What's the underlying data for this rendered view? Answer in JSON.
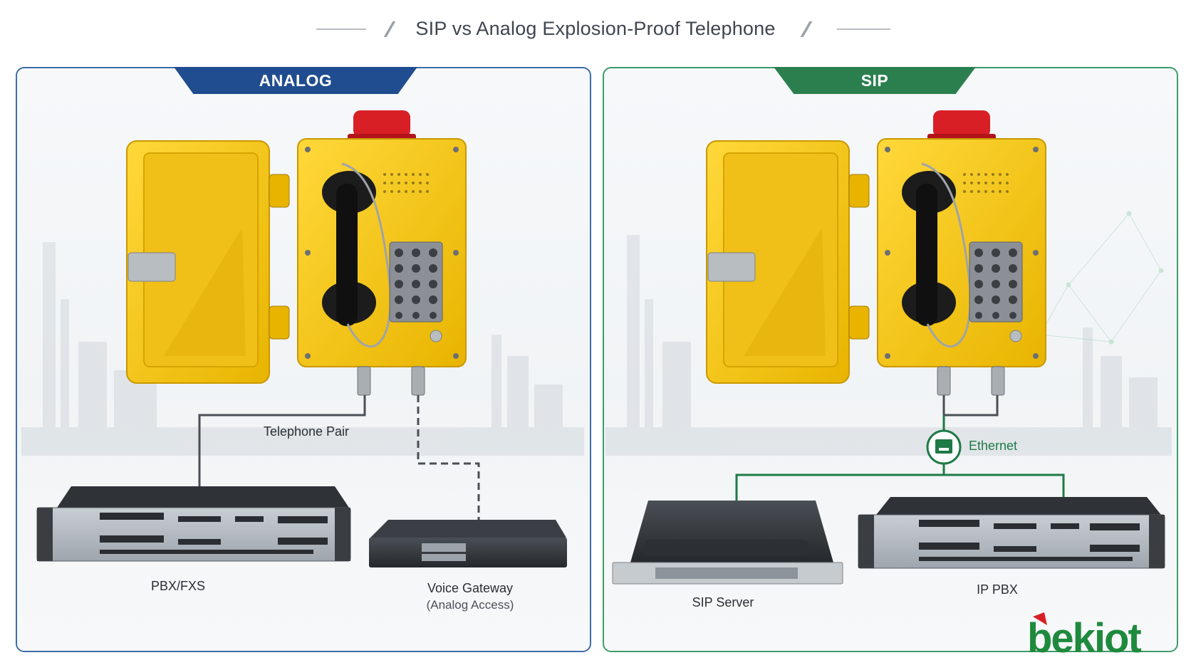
{
  "title": "SIP vs Analog Explosion-Proof Telephone",
  "panels": {
    "analog": {
      "tab": "ANALOG",
      "connection_label": "Telephone Pair",
      "device1": "PBX/FXS",
      "device2": "Voice Gateway",
      "device2_sub": "(Analog Access)"
    },
    "sip": {
      "tab": "SIP",
      "connection_label": "Ethernet",
      "device1": "SIP Server",
      "device2": "IP PBX"
    }
  },
  "logo": "bekiot",
  "colors": {
    "analog_accent": "#1f4d8f",
    "sip_accent": "#2b7f4f",
    "phone_yellow": "#f5c518",
    "beacon_red": "#d81f26"
  },
  "icons": [
    "beacon-icon",
    "handset-icon",
    "keypad-icon",
    "ethernet-port-icon"
  ]
}
